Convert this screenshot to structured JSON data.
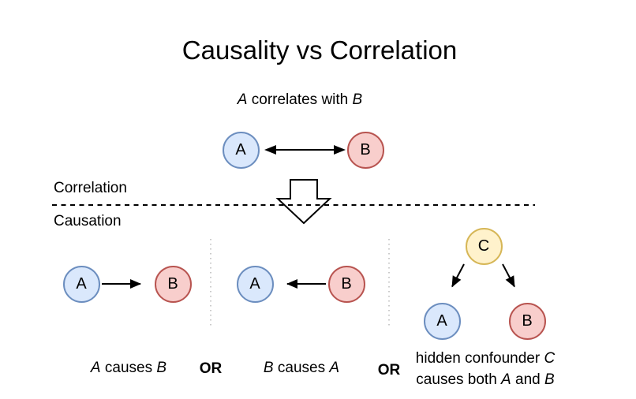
{
  "title": "Causality vs Correlation",
  "subtitle": {
    "a": "A",
    "mid": " correlates with ",
    "b": "B"
  },
  "divider": {
    "above_label": "Correlation",
    "below_label": "Causation"
  },
  "nodes": {
    "top_a": {
      "label": "A"
    },
    "top_b": {
      "label": "B"
    },
    "s1_a": {
      "label": "A"
    },
    "s1_b": {
      "label": "B"
    },
    "s2_a": {
      "label": "A"
    },
    "s2_b": {
      "label": "B"
    },
    "s3_c": {
      "label": "C"
    },
    "s3_a": {
      "label": "A"
    },
    "s3_b": {
      "label": "B"
    }
  },
  "captions": {
    "s1": {
      "a": "A",
      "mid": " causes ",
      "b": "B"
    },
    "or1": "OR",
    "s2": {
      "b": "B",
      "mid": " causes ",
      "a": "A"
    },
    "or2": "OR",
    "s3_line1": {
      "pre": "hidden confounder ",
      "c": "C"
    },
    "s3_line2": {
      "pre": "causes both ",
      "a": "A",
      "mid": " and ",
      "b": "B"
    }
  },
  "colors": {
    "background": "#ffffff",
    "node_a_fill": "#dae8fc",
    "node_a_stroke": "#6c8ebf",
    "node_b_fill": "#f8cecc",
    "node_b_stroke": "#b85450",
    "node_c_fill": "#fff2cc",
    "node_c_stroke": "#d6b656",
    "arrow": "#000000",
    "divider_dash": "#000000",
    "separator_dots": "#b8b8b8",
    "text": "#000000"
  }
}
